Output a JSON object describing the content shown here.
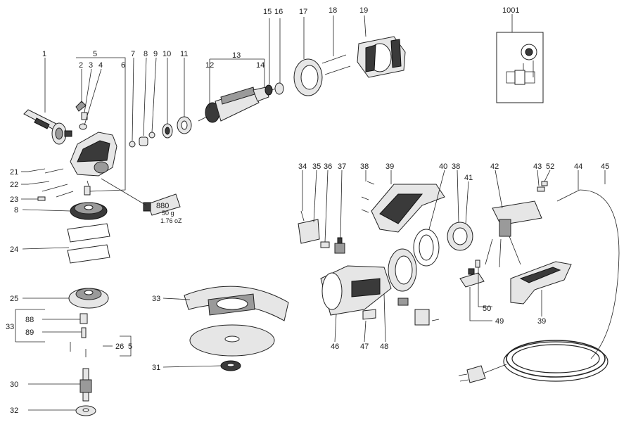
{
  "callouts": {
    "c1": "1",
    "c2": "2",
    "c3": "3",
    "c4": "4",
    "c5": "5",
    "c6": "6",
    "c7": "7",
    "c8": "8",
    "c9": "9",
    "c10": "10",
    "c11": "11",
    "c12": "12",
    "c13": "13",
    "c14": "14",
    "c15": "15",
    "c16": "16",
    "c17": "17",
    "c18": "18",
    "c19": "19",
    "c1001": "1001",
    "c21": "21",
    "c22": "22",
    "c23": "23",
    "c8b": "8",
    "c24": "24",
    "c25": "25",
    "c88": "88",
    "c33a": "33",
    "c89": "89",
    "c26": "26",
    "c5b": "5",
    "c30": "30",
    "c32": "32",
    "c33b": "33",
    "c31": "31",
    "c34": "34",
    "c35": "35",
    "c36": "36",
    "c37": "37",
    "c38a": "38",
    "c39a": "39",
    "c40": "40",
    "c38b": "38",
    "c41": "41",
    "c42": "42",
    "c43": "43",
    "c52": "52",
    "c44": "44",
    "c45": "45",
    "c46": "46",
    "c47": "47",
    "c48": "48",
    "c49": "49",
    "c50": "50",
    "c39b": "39"
  },
  "grease": {
    "label": "880",
    "weight_g": "50 g",
    "weight_oz": "1.76 oZ"
  }
}
